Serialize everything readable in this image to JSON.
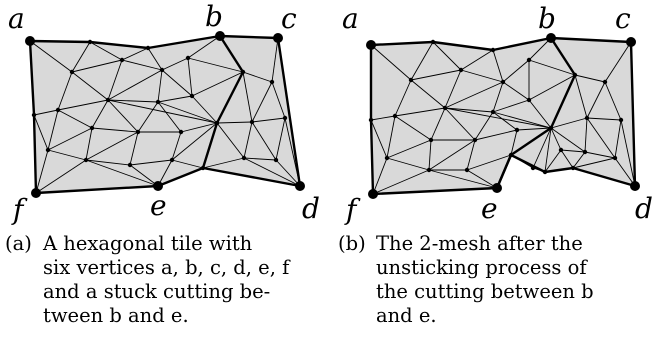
{
  "colors": {
    "fill": "#d9d9d9",
    "edge": "#000000",
    "background": "#ffffff"
  },
  "panels": [
    {
      "vertex_labels": {
        "a": "a",
        "b": "b",
        "c": "c",
        "d": "d",
        "e": "e",
        "f": "f"
      },
      "caption": {
        "tag": "(a)",
        "lines": [
          "A hexagonal tile with",
          "six vertices a, b, c, d, e, f",
          "and a stuck cutting be-",
          "tween b and e."
        ]
      }
    },
    {
      "vertex_labels": {
        "a": "a",
        "b": "b",
        "c": "c",
        "d": "d",
        "e": "e",
        "f": "f"
      },
      "caption": {
        "tag": "(b)",
        "lines": [
          "The 2-mesh after the",
          "unsticking process of",
          "the cutting between b",
          "and e."
        ]
      }
    }
  ]
}
